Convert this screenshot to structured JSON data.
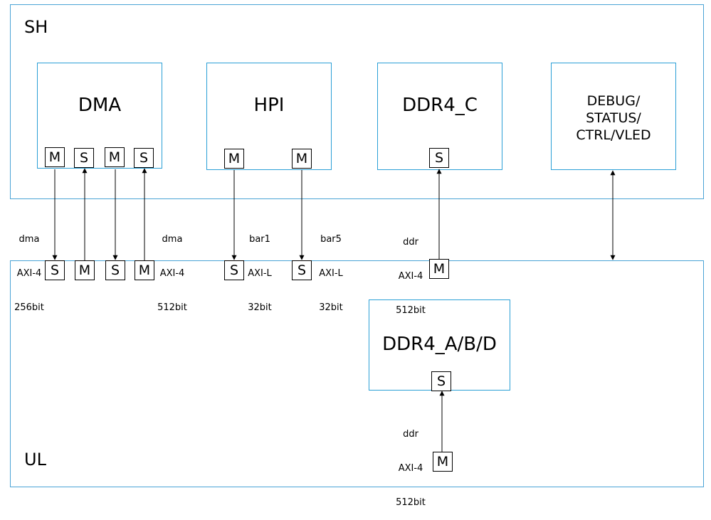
{
  "regions": {
    "sh": "SH",
    "ul": "UL"
  },
  "blocks": {
    "dma": "DMA",
    "hpi": "HPI",
    "ddr4_c": "DDR4_C",
    "debug": [
      "DEBUG/",
      "STATUS/",
      "CTRL/VLED"
    ],
    "ddr4_abd": "DDR4_A/B/D"
  },
  "ports": {
    "dma_top": [
      "M",
      "S",
      "M",
      "S"
    ],
    "dma_bottom": [
      "S",
      "M",
      "S",
      "M"
    ],
    "hpi_top": [
      "M",
      "M"
    ],
    "hpi_bottom": [
      "S",
      "S"
    ],
    "ddr4_c_top": "S",
    "ul_ddr_master": "M",
    "ddr4_abd_slave": "S",
    "ul_bottom_master": "M"
  },
  "bus_labels": {
    "dma_256": [
      "dma",
      "AXI-4",
      "256bit"
    ],
    "dma_512": [
      "dma",
      "AXI-4",
      "512bit"
    ],
    "bar1": [
      "bar1",
      "AXI-L",
      "32bit"
    ],
    "bar5": [
      "bar5",
      "AXI-L",
      "32bit"
    ],
    "ddr_c": [
      "ddr",
      "AXI-4",
      "512bit"
    ],
    "ddr_abd": [
      "ddr",
      "AXI-4",
      "512bit"
    ]
  }
}
